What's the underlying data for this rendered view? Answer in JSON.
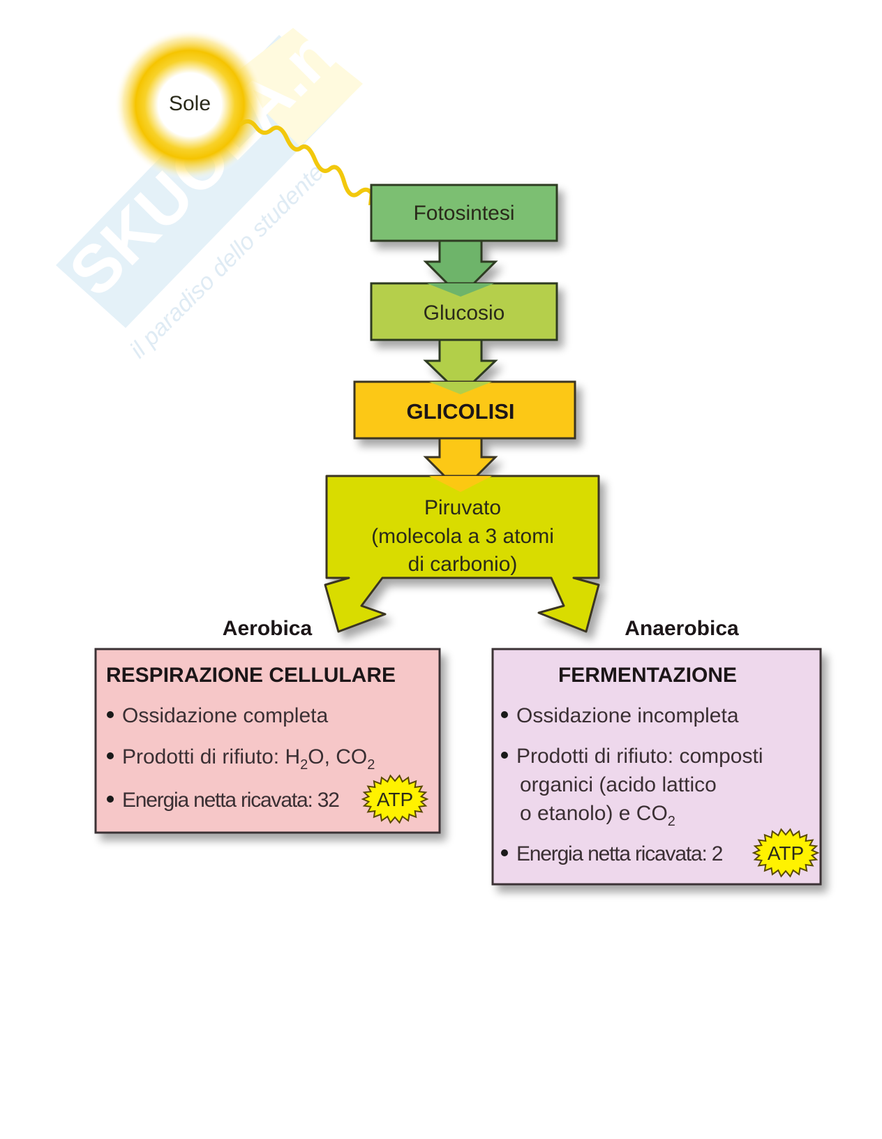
{
  "watermark": {
    "brand": "SKUOLA.net",
    "tagline": "il paradiso dello studente"
  },
  "sun": {
    "label": "Sole"
  },
  "flow": [
    {
      "id": "fotosintesi",
      "label": "Fotosintesi",
      "color": "#7bbf72"
    },
    {
      "id": "glucosio",
      "label": "Glucosio",
      "color": "#b5cf4c"
    },
    {
      "id": "glicolisi",
      "label": "GLICOLISI",
      "color": "#fcc812"
    },
    {
      "id": "piruvato",
      "lines": [
        "Piruvato",
        "(molecola a 3 atomi",
        "di carbonio)"
      ],
      "color": "#d9dc00"
    }
  ],
  "branches": {
    "left_label": "Aerobica",
    "right_label": "Anaerobica"
  },
  "respiration_box": {
    "title": "RESPIRAZIONE CELLULARE",
    "color": "#f6c7c8",
    "bullets": [
      {
        "text": "Ossidazione completa"
      },
      {
        "text": "Prodotti di rifiuto: H",
        "sub1": "2",
        "mid": "O, CO",
        "sub2": "2"
      },
      {
        "text": "Energia netta ricavata: 32",
        "badge": "ATP"
      }
    ]
  },
  "fermentation_box": {
    "title": "FERMENTAZIONE",
    "color": "#eed8ec",
    "bullets": [
      {
        "text": "Ossidazione incompleta"
      },
      {
        "lines": [
          "Prodotti di rifiuto: composti",
          "organici (acido lattico",
          "o etanolo) e CO"
        ],
        "sub": "2"
      },
      {
        "text": "Energia netta ricavata: 2",
        "badge": "ATP"
      }
    ]
  },
  "colors": {
    "sun": "#f5c400",
    "atp_badge": "#fff200",
    "outline": "#3b3522"
  }
}
